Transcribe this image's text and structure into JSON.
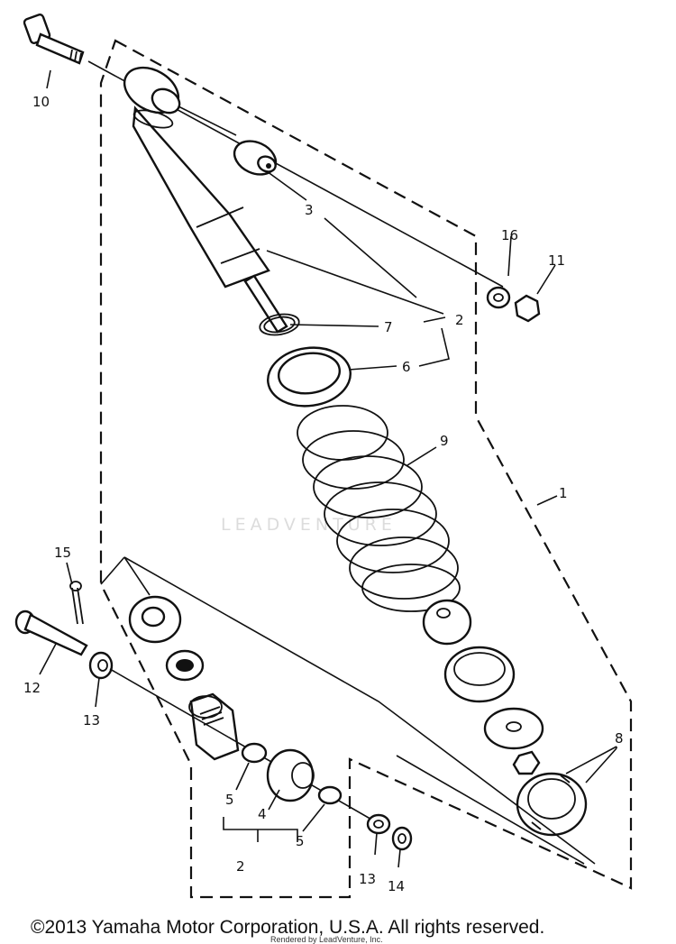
{
  "watermark": "LEADVENTURE",
  "footer": {
    "copyright": "©2013 Yamaha Motor Corporation, U.S.A. All rights reserved.",
    "rendered_by": "Rendered by LeadVenture, Inc."
  },
  "callouts": {
    "c1": "1",
    "c2a": "2",
    "c2b": "2",
    "c3": "3",
    "c4": "4",
    "c5a": "5",
    "c5b": "5",
    "c6": "6",
    "c7": "7",
    "c8": "8",
    "c9": "9",
    "c10": "10",
    "c11": "11",
    "c12": "12",
    "c13a": "13",
    "c13b": "13",
    "c14": "14",
    "c15": "15",
    "c16": "16"
  }
}
